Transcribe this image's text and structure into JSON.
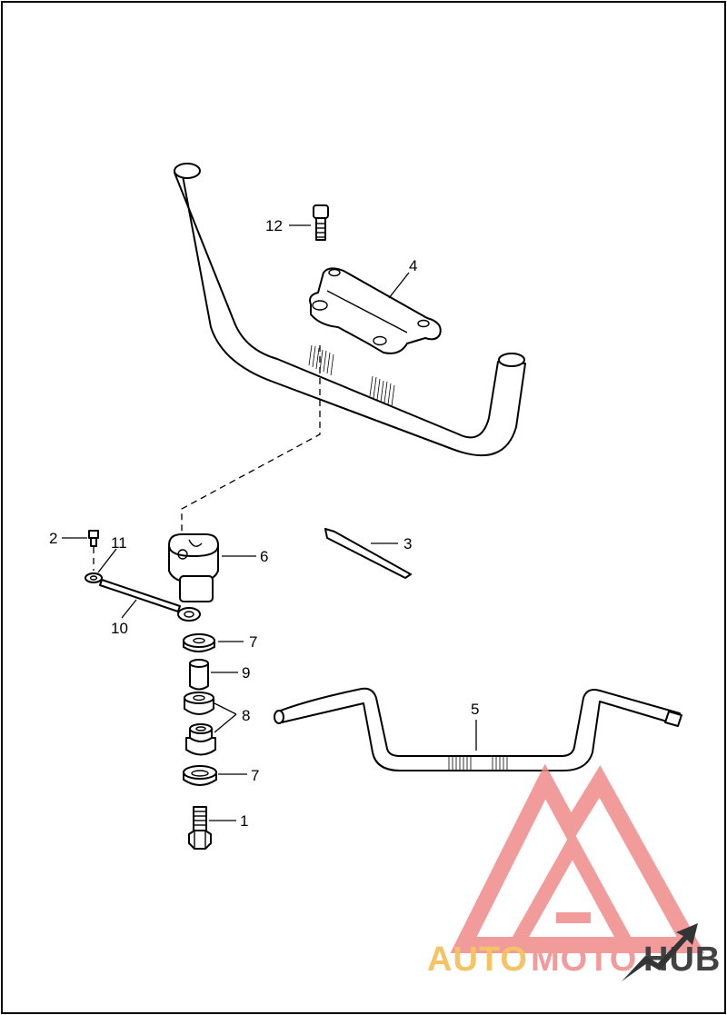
{
  "callouts": {
    "c1": "1",
    "c2": "2",
    "c3": "3",
    "c4": "4",
    "c5": "5",
    "c6": "6",
    "c7a": "7",
    "c7b": "7",
    "c8": "8",
    "c9": "9",
    "c10": "10",
    "c11": "11",
    "c12": "12"
  },
  "watermark": {
    "text_orange": "AUTO",
    "text_red": "MOTO",
    "text_black": "HUB",
    "color_orange": "#f4b84a",
    "color_red": "#f08a8a",
    "color_black": "#222222",
    "logo_color": "#f08a8a"
  }
}
